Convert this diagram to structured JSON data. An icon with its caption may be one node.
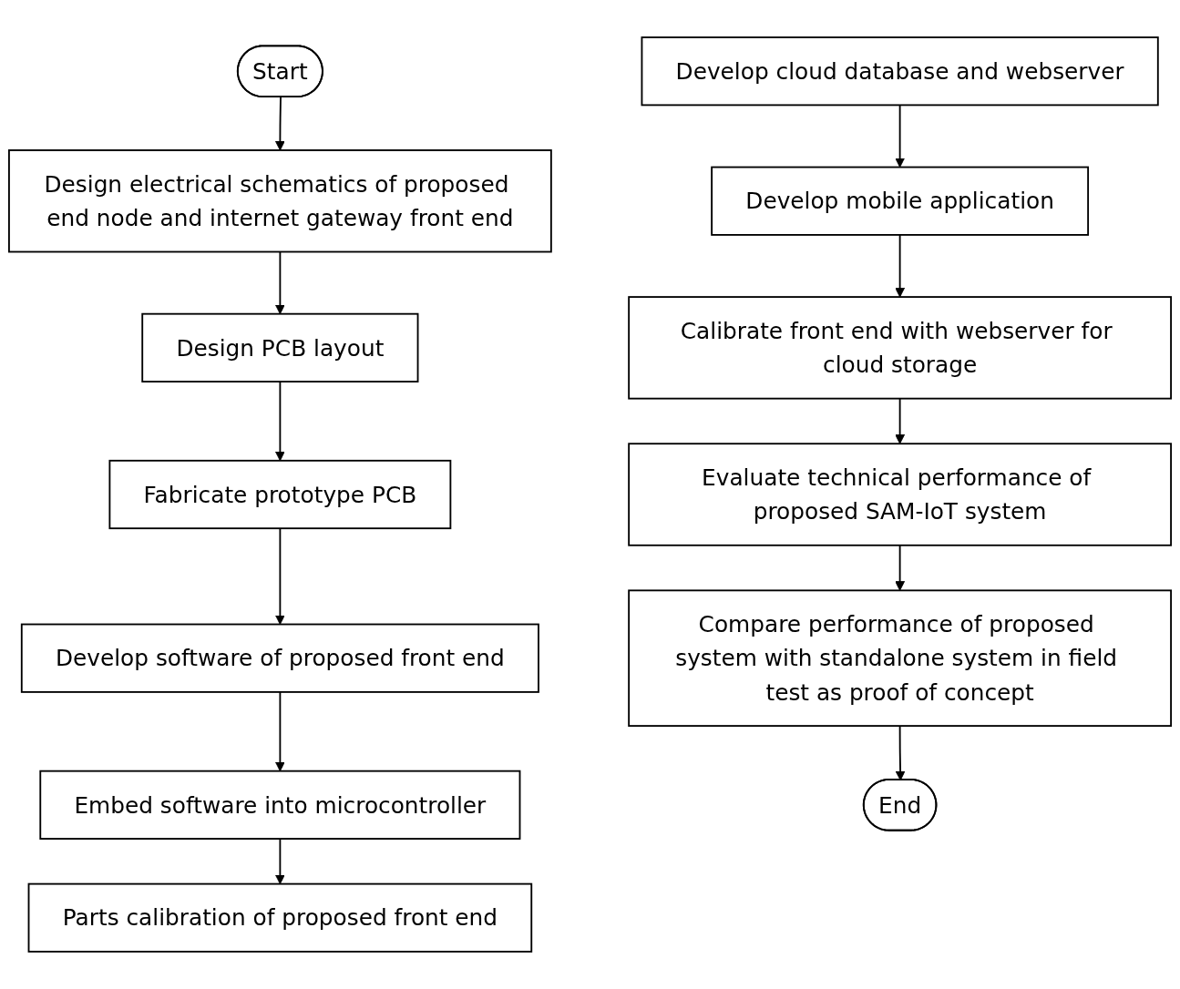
{
  "diagram": {
    "nodes": [
      {
        "text": [
          "Start"
        ]
      },
      {
        "text": [
          "Design electrical schematics of proposed end node and internet gateway front end"
        ]
      },
      {
        "text": [
          "Design PCB layout"
        ]
      },
      {
        "text": [
          "Fabricate prototype PCB"
        ]
      },
      {
        "text": [
          "Develop software of proposed front end"
        ]
      },
      {
        "text": [
          "Embed software into microcontroller"
        ]
      },
      {
        "text": [
          "Parts calibration of proposed front end"
        ]
      },
      {
        "text": [
          "End"
        ]
      },
      {
        "text": [
          "Compare performance of proposed system with standalone system in field test as proof of concept"
        ]
      },
      {
        "text": [
          "Evaluate technical performance of proposed SAM-IoT system"
        ]
      },
      {
        "text": [
          "Calibrate front end with webserver for cloud storage"
        ]
      },
      {
        "text": [
          "Develop mobile application"
        ]
      },
      {
        "text": [
          "Develop cloud database and webserver"
        ]
      }
    ],
    "edges": [
      {
        "from": 0,
        "to": 1,
        "arrow": "to"
      },
      {
        "from": 1,
        "to": 2,
        "arrow": "to"
      },
      {
        "from": 2,
        "to": 3,
        "arrow": "to"
      },
      {
        "from": 3,
        "to": 4,
        "arrow": "to"
      },
      {
        "from": 4,
        "to": 5,
        "arrow": "to"
      },
      {
        "from": 5,
        "to": 6,
        "arrow": "to"
      },
      {
        "from": 12,
        "to": 11,
        "arrow": "to"
      },
      {
        "from": 11,
        "to": 10,
        "arrow": "to"
      },
      {
        "from": 10,
        "to": 9,
        "arrow": "to"
      },
      {
        "from": 9,
        "to": 8,
        "arrow": "to"
      },
      {
        "from": 8,
        "to": 7,
        "arrow": "to"
      }
    ]
  }
}
